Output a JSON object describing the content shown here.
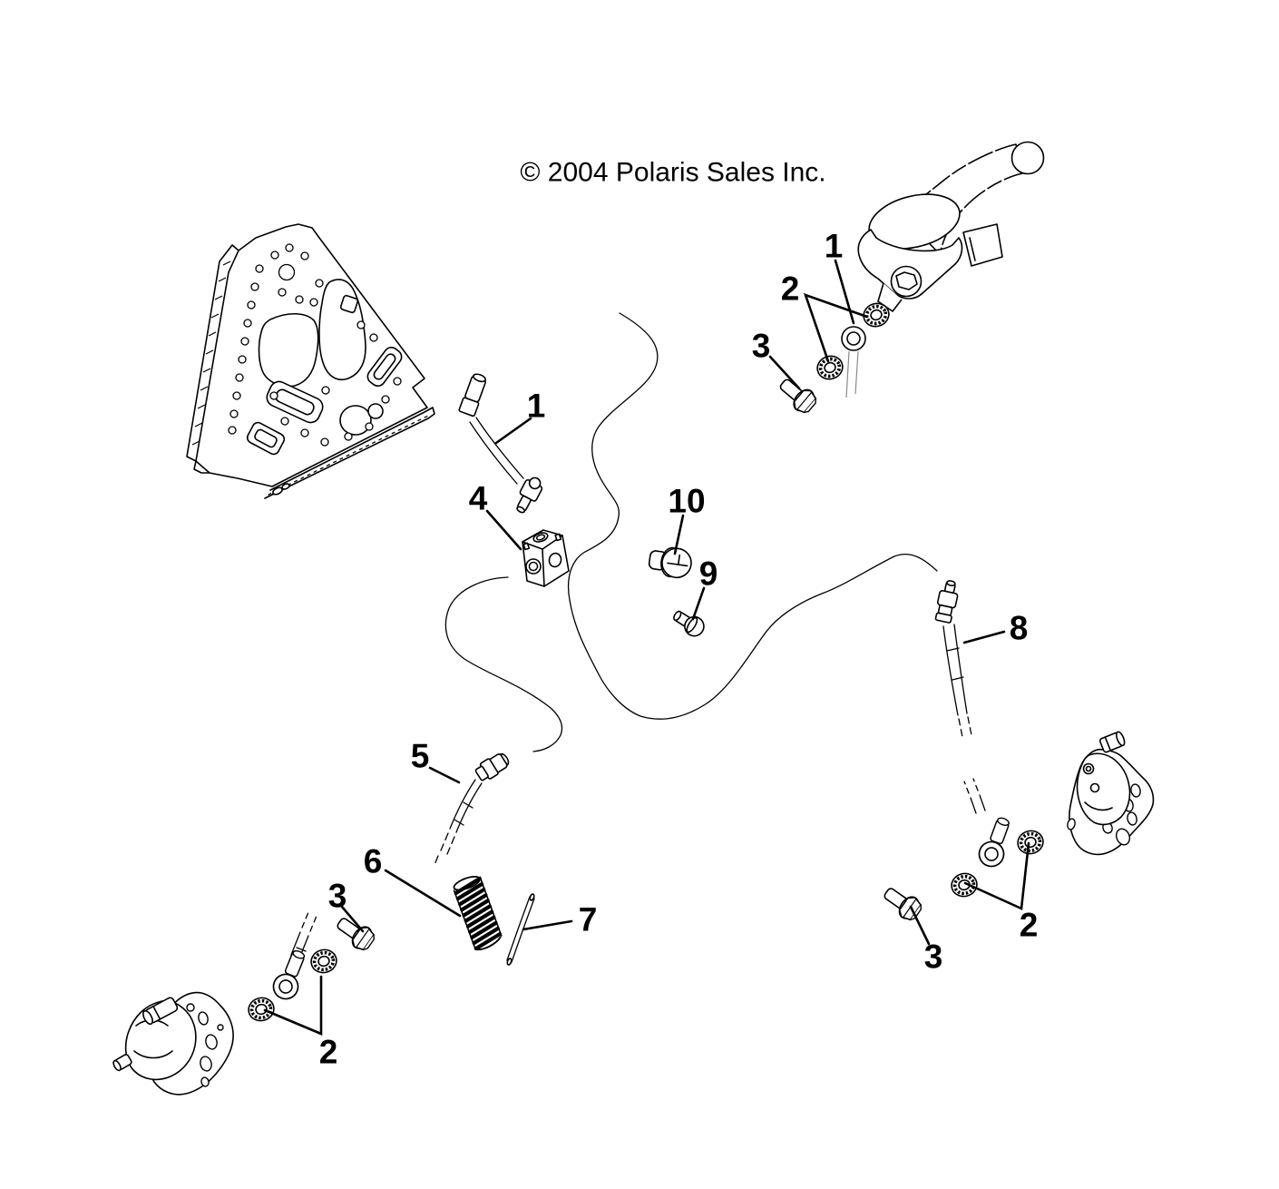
{
  "copyright": "© 2004 Polaris Sales Inc.",
  "ink_color": "#000000",
  "background_color": "#ffffff",
  "callouts": [
    {
      "id": "master-cylinder-line-end",
      "label": "1"
    },
    {
      "id": "master-cylinder-washers",
      "label": "2"
    },
    {
      "id": "master-cylinder-bolt",
      "label": "3"
    },
    {
      "id": "brake-line",
      "label": "1"
    },
    {
      "id": "junction-block",
      "label": "4"
    },
    {
      "id": "front-brake-hose",
      "label": "5"
    },
    {
      "id": "spring",
      "label": "6"
    },
    {
      "id": "pin",
      "label": "7"
    },
    {
      "id": "rear-brake-hose",
      "label": "8"
    },
    {
      "id": "screw",
      "label": "9"
    },
    {
      "id": "plug",
      "label": "10"
    },
    {
      "id": "right-caliper-washers",
      "label": "2"
    },
    {
      "id": "right-caliper-bolt",
      "label": "3"
    },
    {
      "id": "left-caliper-bolt",
      "label": "3"
    },
    {
      "id": "left-caliper-washers",
      "label": "2"
    }
  ]
}
